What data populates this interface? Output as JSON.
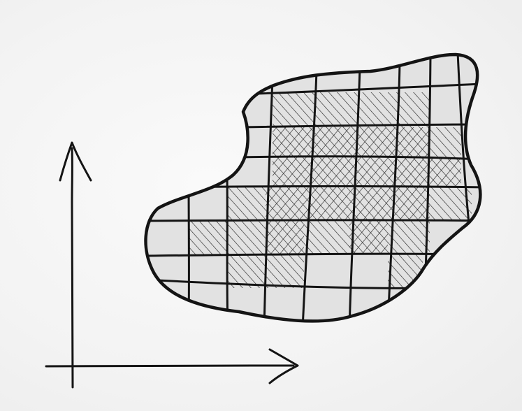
{
  "diagram": {
    "kind": "hand-drawn sketch",
    "elements": [
      "coordinate-axes",
      "blob-region",
      "grid-cells",
      "hatched-cells",
      "cross-hatched-cells"
    ],
    "colors": {
      "ink": "#141414",
      "paper": "#f4f4f4",
      "region_fill": "#e2e2e2"
    }
  }
}
